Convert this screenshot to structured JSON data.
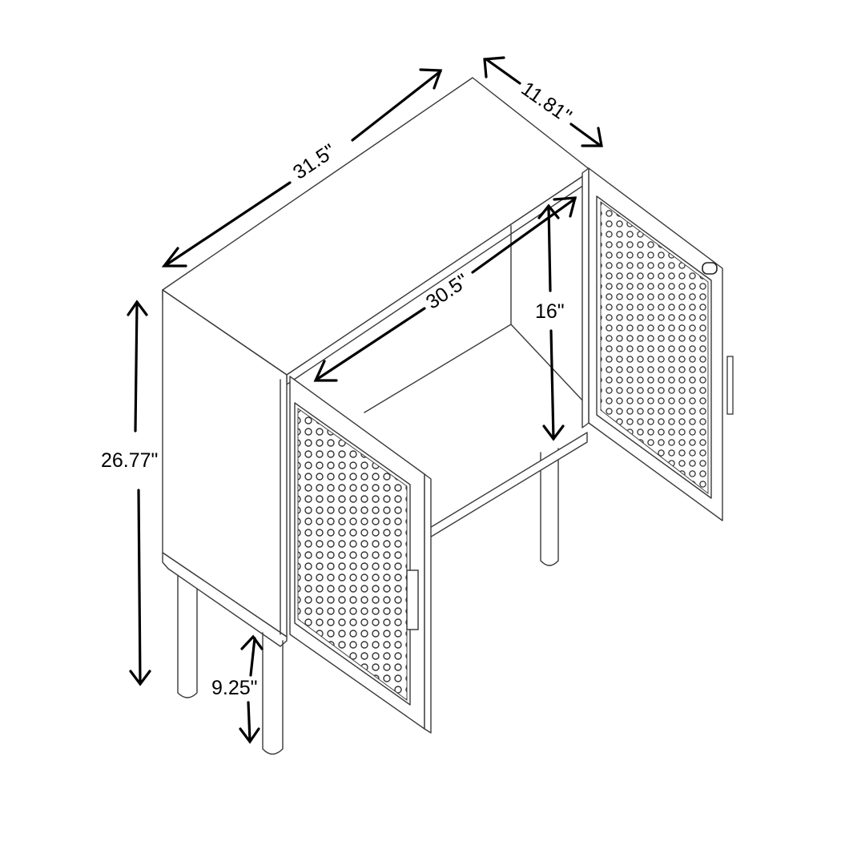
{
  "diagram": {
    "subject": "Two-door cabinet with perforated doors on four legs",
    "colors": {
      "line": "#3a3a3a",
      "arrow": "#000000",
      "background": "#ffffff"
    },
    "dimensions": {
      "width": {
        "label": "31.5\"",
        "value": 31.5,
        "unit": "in"
      },
      "depth": {
        "label": "11.81\"",
        "value": 11.81,
        "unit": "in"
      },
      "inner_width": {
        "label": "30.5\"",
        "value": 30.5,
        "unit": "in"
      },
      "inner_height": {
        "label": "16\"",
        "value": 16,
        "unit": "in"
      },
      "total_height": {
        "label": "26.77\"",
        "value": 26.77,
        "unit": "in"
      },
      "leg_height": {
        "label": "9.25\"",
        "value": 9.25,
        "unit": "in"
      }
    }
  }
}
